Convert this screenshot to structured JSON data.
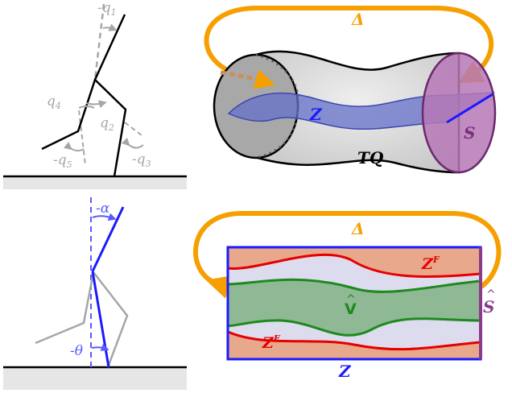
{
  "panel_a": {
    "labels": {
      "q1": "-q",
      "q1_sub": "1",
      "q2": "q",
      "q2_sub": "2",
      "q3": "-q",
      "q3_sub": "3",
      "q4": "q",
      "q4_sub": "4",
      "q5": "-q",
      "q5_sub": "5"
    }
  },
  "panel_b": {
    "labels": {
      "alpha": "-α",
      "theta": "-θ"
    }
  },
  "panel_c": {
    "labels": {
      "delta": "Δ",
      "z": "Z",
      "s": "S",
      "tq": "TQ"
    }
  },
  "panel_d": {
    "labels": {
      "delta_hat": "Δ",
      "zf_top": "Z",
      "zf_top_sup": "F",
      "zf_bottom": "Z",
      "zf_bottom_sup": "F",
      "v_hat": "V",
      "s_hat": "S",
      "z": "Z"
    }
  },
  "colors": {
    "orange": "#f5a000",
    "blue": "#1a1aff",
    "gray": "#a6a6a6",
    "purple": "#8b3a8b",
    "green": "#1e8a1e",
    "red": "#e60000",
    "salmon": "#e8a88c",
    "lavender": "#dcdcee",
    "sage": "#8fb894"
  }
}
